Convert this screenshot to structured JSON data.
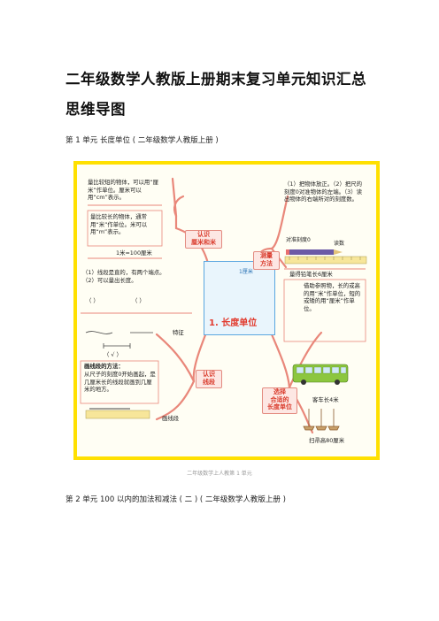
{
  "doc": {
    "title_line1": "二年级数学人教版上册期末复习单元知识汇总",
    "title_line2": "思维导图",
    "unit1_label": "第 1 单元  长度单位 ( 二年级数学人教版上册 )",
    "caption": "二年级数学上人教第 1 单元",
    "unit2_label": "第 2 单元  100 以内的加法和减法 ( 二 ) ( 二年级数学人教版上册 )"
  },
  "mindmap": {
    "center": "1. 长度单位",
    "center_ruler_label": "1厘米",
    "nodes": {
      "recognize_cm_m": [
        "认识",
        "厘米和米"
      ],
      "measure_method": [
        "测量",
        "方法"
      ],
      "recognize_segment": [
        "认识",
        "线段"
      ],
      "choose_unit": [
        "选择",
        "合适的",
        "长度单位"
      ]
    },
    "notes": {
      "cm_note": "量比较短的物体，可以用“厘米”作单位。厘米可以用“cm”表示。",
      "m_note": "量比较长的物体，通常用“米”作单位。米可以用“m”表示。",
      "m_eq": "1米=100厘米",
      "segment_features": "（1）线段是直的，有两个端点。（2）可以量出长度。",
      "feature_label": "特征",
      "paren_left": "（   ）",
      "paren_right": "（   ）",
      "paren_check": "（ √ ）",
      "draw_method_title": "画线段的方法：",
      "draw_method_text": "从尺子的刻度0开始画起，是几厘米长的线段就画到几厘米的地方。",
      "draw_label": "画线段",
      "measure_steps": "（1）把物体放正。（2）把尺的刻度0对准物体的左端。（3）读出物体的右端所对的刻度数。",
      "align_label": "对准刻度0",
      "read_label": "读数",
      "pencil_len": "量得铅笔长6厘米",
      "choose_note": "借助参照物，长的或高的用“米”作单位，短的或矮的用“厘米”作单位。",
      "bus_len": "客车长4米",
      "broom_len": "扫帚高80厘米"
    },
    "colors": {
      "frame": "#ffe000",
      "node_text": "#d93a2b",
      "node_fill": "#fde7e3",
      "branch": "#e9877a"
    }
  }
}
